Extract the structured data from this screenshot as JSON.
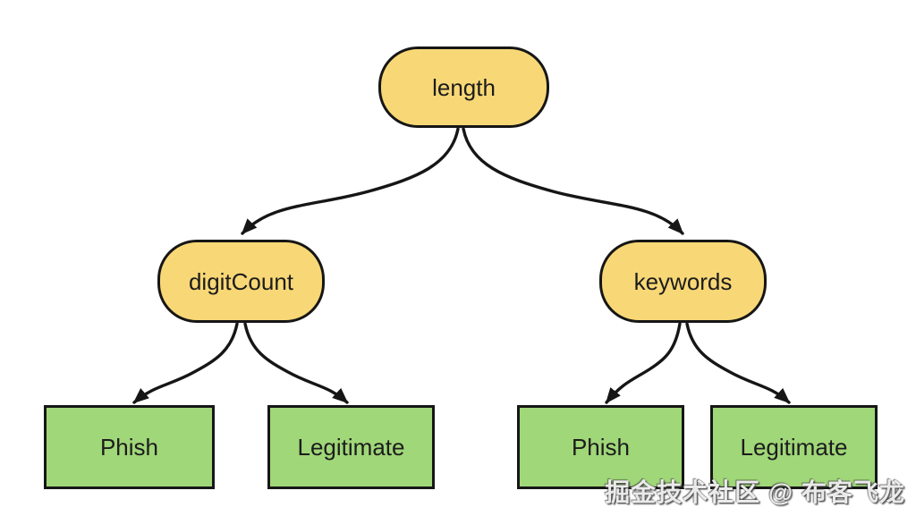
{
  "diagram": {
    "type": "decision-tree",
    "nodes": {
      "root": {
        "label": "length",
        "kind": "decision"
      },
      "left": {
        "label": "digitCount",
        "kind": "decision"
      },
      "right": {
        "label": "keywords",
        "kind": "decision"
      },
      "leaf1": {
        "label": "Phish",
        "kind": "leaf"
      },
      "leaf2": {
        "label": "Legitimate",
        "kind": "leaf"
      },
      "leaf3": {
        "label": "Phish",
        "kind": "leaf"
      },
      "leaf4": {
        "label": "Legitimate",
        "kind": "leaf"
      }
    },
    "edges": [
      {
        "from": "length",
        "to": "digitCount"
      },
      {
        "from": "length",
        "to": "keywords"
      },
      {
        "from": "digitCount",
        "to": "Phish"
      },
      {
        "from": "digitCount",
        "to": "Legitimate"
      },
      {
        "from": "keywords",
        "to": "Phish"
      },
      {
        "from": "keywords",
        "to": "Legitimate"
      }
    ],
    "colors": {
      "decision_fill": "#F8D876",
      "leaf_fill": "#A0D778",
      "node_border": "#161616",
      "edge_stroke": "#161616",
      "text": "#1c1c1c",
      "background": "#ffffff"
    },
    "watermark": {
      "text": "掘金技术社区 @ 布客飞龙"
    }
  }
}
